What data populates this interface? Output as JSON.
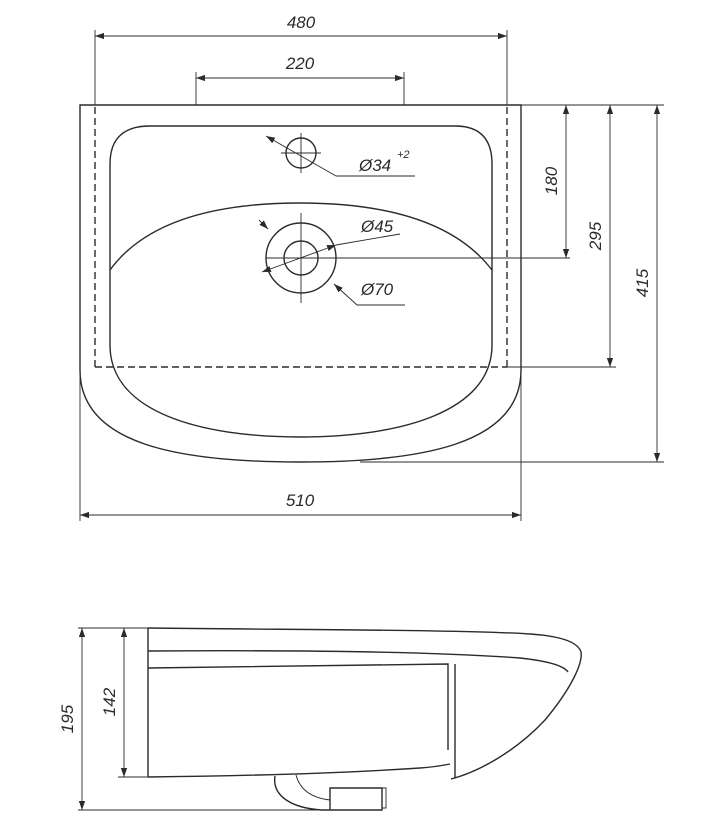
{
  "drawing": {
    "top_view": {
      "width_top": "480",
      "tap_spacing": "220",
      "overall_width": "510",
      "tap_hole_depth": "180",
      "drain_depth": "295",
      "overall_depth": "415",
      "tap_hole_diameter": "Ø34",
      "tap_hole_tolerance": "+2",
      "drain_inner_diameter": "Ø45",
      "drain_outer_diameter": "Ø70"
    },
    "side_view": {
      "overall_height": "195",
      "bowl_height": "142"
    }
  }
}
